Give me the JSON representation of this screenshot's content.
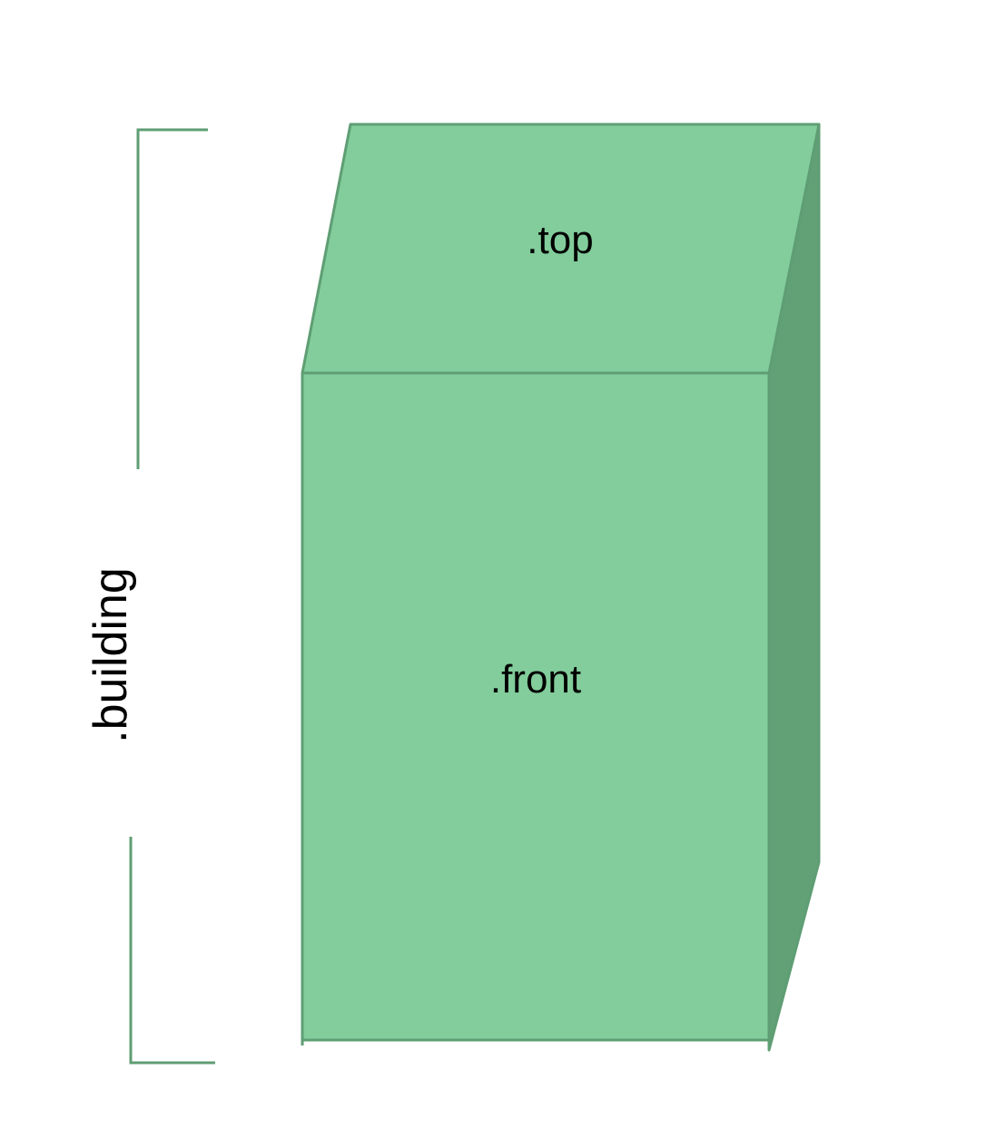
{
  "labels": {
    "top": ".top",
    "front": ".front",
    "building": ".building"
  },
  "colors": {
    "face_fill": "#82CD9B",
    "side_fill": "#62A076",
    "stroke": "#5F9E74",
    "text": "#000000",
    "background": "#FFFFFF"
  }
}
